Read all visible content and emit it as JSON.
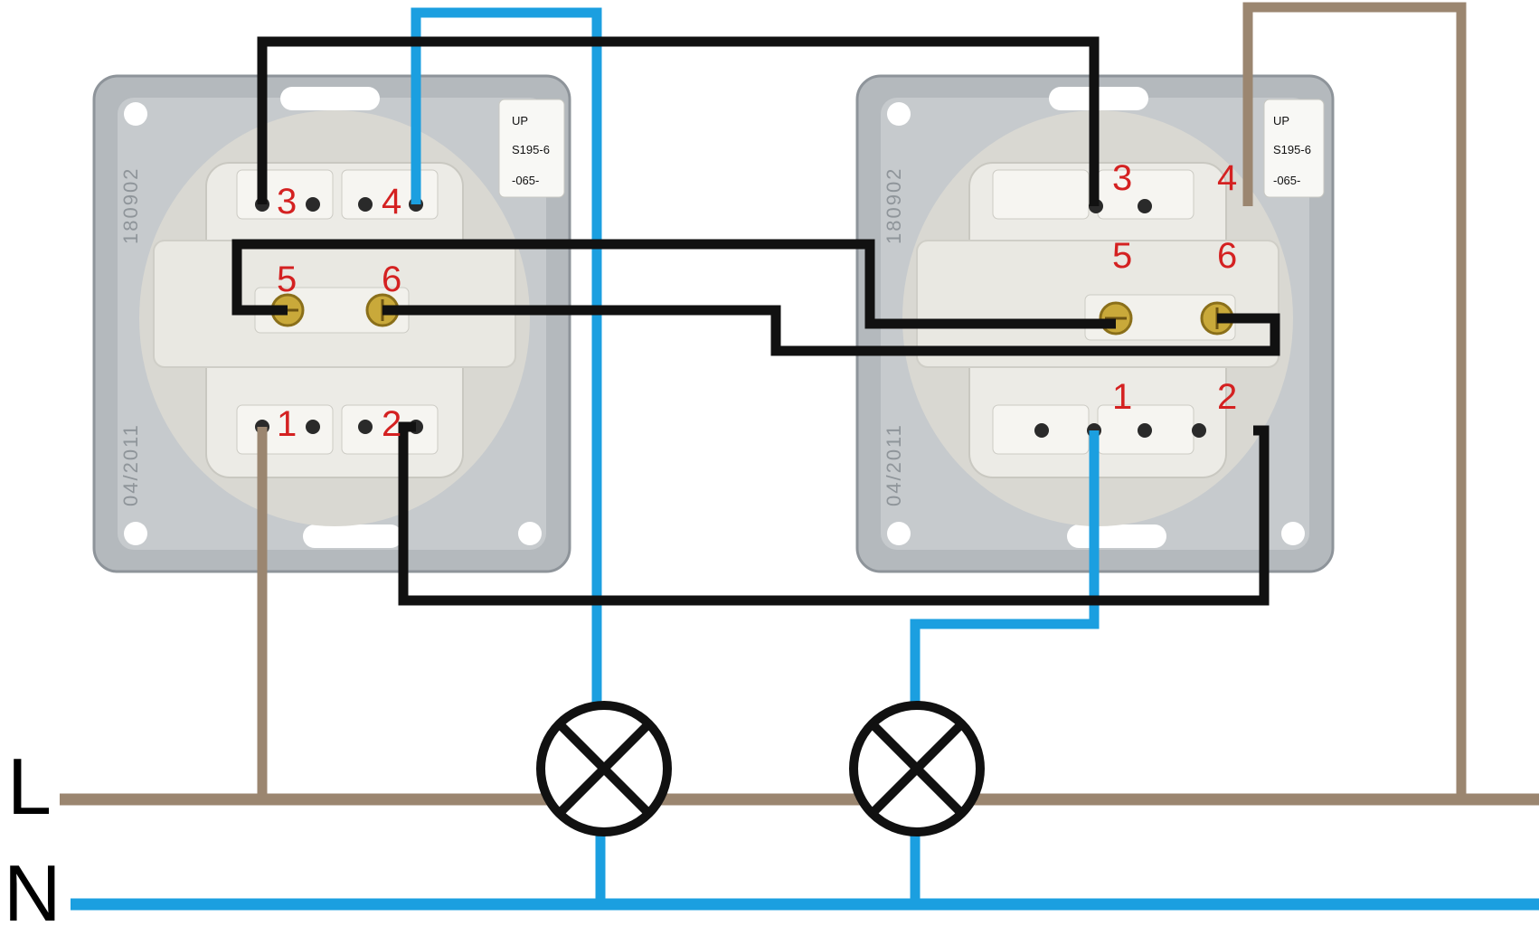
{
  "colors": {
    "live": "#9b8670",
    "neutral": "#1b9fe0",
    "bridge": "#111111",
    "terminal_number": "#d42121",
    "frame": "#b4b9bd",
    "body": "#ecebe6"
  },
  "bus": {
    "live_label": "L",
    "neutral_label": "N"
  },
  "switches": [
    {
      "id": "left",
      "terminals": [
        "3",
        "4",
        "5",
        "6",
        "1",
        "2"
      ],
      "sticker": {
        "line1": "UP",
        "line2": "S195-6",
        "line3": "-065-"
      },
      "stamp_top": "180902",
      "stamp_bottom": "04/2011"
    },
    {
      "id": "right",
      "terminals": [
        "3",
        "4",
        "5",
        "6",
        "1",
        "2"
      ],
      "sticker": {
        "line1": "UP",
        "line2": "S195-6",
        "line3": "-065-"
      },
      "stamp_top": "180902",
      "stamp_bottom": "04/2011"
    }
  ],
  "lamps": [
    {
      "id": "lamp-1",
      "icon": "lamp-cross-icon"
    },
    {
      "id": "lamp-2",
      "icon": "lamp-cross-icon"
    }
  ]
}
